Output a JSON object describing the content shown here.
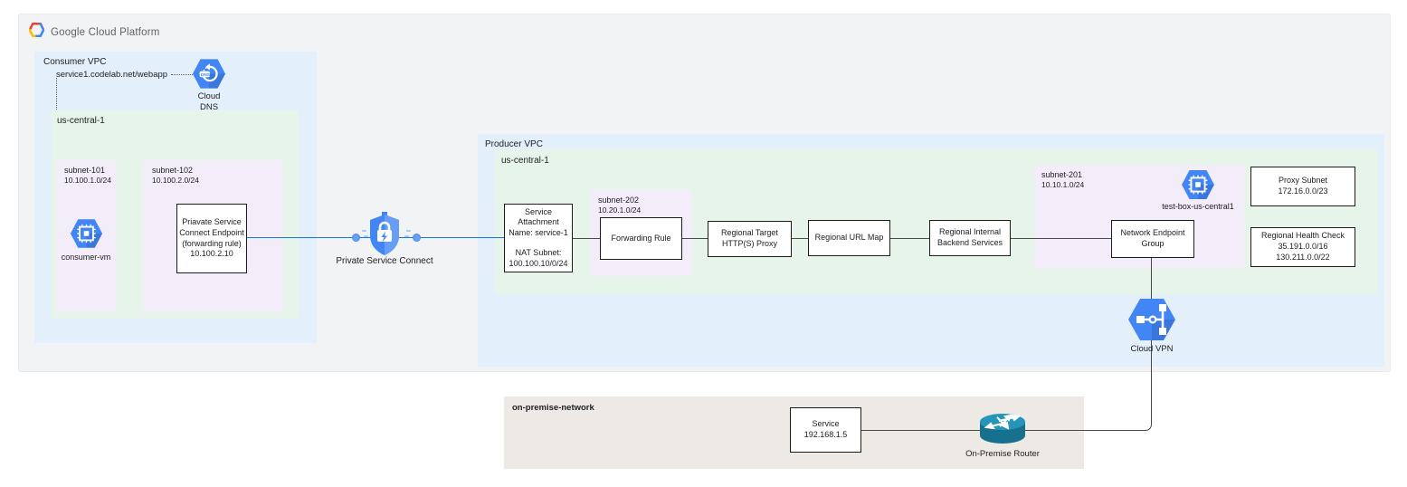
{
  "brand": {
    "name": "Google Cloud Platform"
  },
  "colors": {
    "outer_bg": "#f1f3f4",
    "vpc_blue": "#e3effb",
    "region_green": "#e7f4ea",
    "subnet_purple": "#f3edf9",
    "onprem_beige": "#edeae6",
    "google_blue": "#4285f4",
    "google_blue_light": "#669df6",
    "line_blue": "#1a73e8",
    "router_teal": "#17708d"
  },
  "consumer_vpc": {
    "label": "Consumer VPC",
    "dns_record": "service1.codelab.net/webapp",
    "cloud_dns_label": "Cloud DNS",
    "region": {
      "label": "us-central-1",
      "subnet_101": {
        "name": "subnet-101",
        "cidr": "10.100.1.0/24",
        "vm_label": "consumer-vm"
      },
      "subnet_102": {
        "name": "subnet-102",
        "cidr": "10.100.2.0/24",
        "endpoint_lines": [
          "Priavate Service",
          "Connect Endpoint",
          "(forwarding rule)",
          "10.100.2.10"
        ]
      }
    }
  },
  "psc": {
    "label": "Private Service Connect"
  },
  "producer_vpc": {
    "label": "Producer VPC",
    "region": {
      "label": "us-central-1",
      "service_attachment": {
        "line1": "Service Attachment",
        "line2": "Name: service-1",
        "line3": "NAT Subnet:",
        "line4": "100.100.10/0/24"
      },
      "subnet_202": {
        "name": "subnet-202",
        "cidr": "10.20.1.0/24",
        "forwarding_rule": "Forwarding Rule"
      },
      "target_proxy": "Regional Target HTTP(S) Proxy",
      "url_map": "Regional URL Map",
      "backend_services": "Regional Internal Backend Services",
      "subnet_201": {
        "name": "subnet-201",
        "cidr": "10.10.1.0/24",
        "neg": "Network Endpoint Group",
        "test_box": "test-box-us-central1"
      },
      "proxy_subnet": {
        "title": "Proxy Subnet",
        "cidr": "172.16.0.0/23"
      },
      "health_check": {
        "title": "Regional Health Check",
        "cidr1": "35.191.0.0/16",
        "cidr2": "130.211.0.0/22"
      }
    },
    "cloud_vpn_label": "Cloud VPN"
  },
  "on_premise": {
    "label": "on-premise-network",
    "service": {
      "title": "Service",
      "ip": "192.168.1.5"
    },
    "router_label": "On-Premise Router"
  }
}
